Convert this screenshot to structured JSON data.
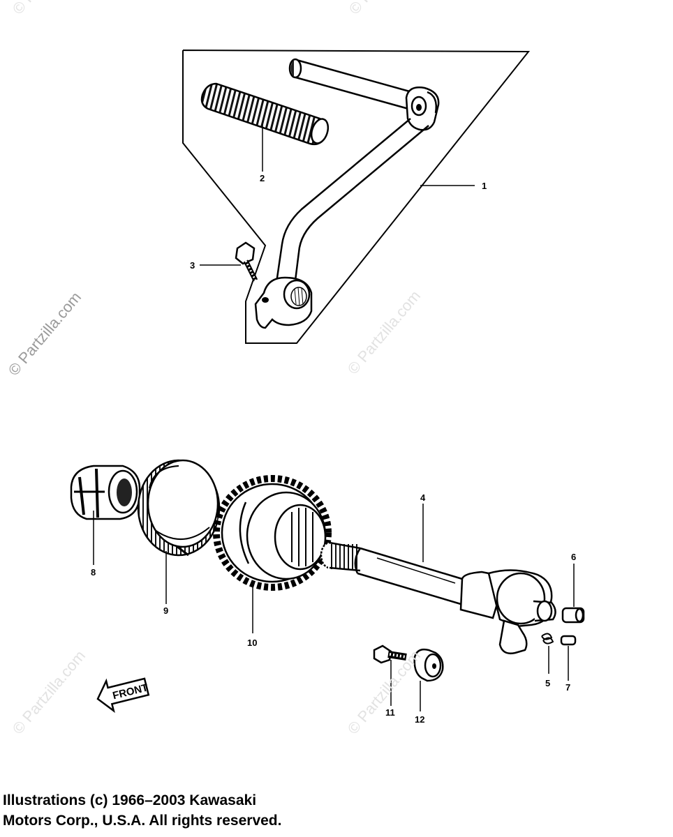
{
  "callouts": {
    "p1": "1",
    "p2": "2",
    "p3": "3",
    "p4": "4",
    "p5": "5",
    "p6": "6",
    "p7": "7",
    "p8": "8",
    "p9": "9",
    "p10": "10",
    "p11": "11",
    "p12": "12"
  },
  "front_label": "FRONT",
  "watermark": "© Partzilla.com",
  "copyright": {
    "line1": "Illustrations (c) 1966–2003 Kawasaki",
    "line2": "Motors Corp., U.S.A.  All rights reserved."
  }
}
